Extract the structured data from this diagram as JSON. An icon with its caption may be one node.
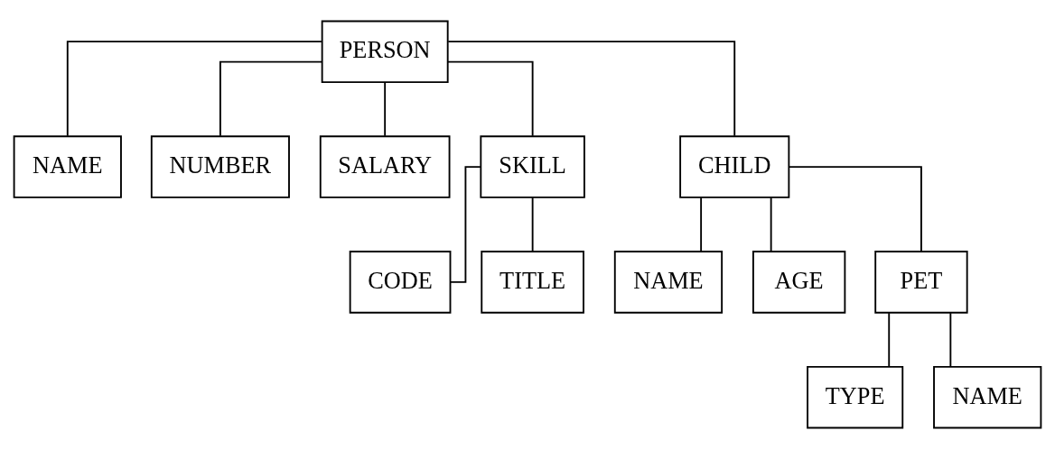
{
  "diagram": {
    "nodes": [
      {
        "text": [
          "PERSON"
        ]
      },
      {
        "text": [
          "NAME"
        ]
      },
      {
        "text": [
          "NUMBER"
        ]
      },
      {
        "text": [
          "SALARY"
        ]
      },
      {
        "text": [
          "SKILL"
        ]
      },
      {
        "text": [
          "CHILD"
        ]
      },
      {
        "text": [
          "CODE"
        ]
      },
      {
        "text": [
          "TITLE"
        ]
      },
      {
        "text": [
          "NAME"
        ]
      },
      {
        "text": [
          "AGE"
        ]
      },
      {
        "text": [
          "PET"
        ]
      },
      {
        "text": [
          "TYPE"
        ]
      },
      {
        "text": [
          "NAME"
        ]
      }
    ],
    "edges": [
      {
        "from": 0,
        "to": 1,
        "arrow": "none"
      },
      {
        "from": 0,
        "to": 2,
        "arrow": "none"
      },
      {
        "from": 0,
        "to": 3,
        "arrow": "none"
      },
      {
        "from": 0,
        "to": 4,
        "arrow": "none"
      },
      {
        "from": 0,
        "to": 5,
        "arrow": "none"
      },
      {
        "from": 4,
        "to": 6,
        "arrow": "none"
      },
      {
        "from": 4,
        "to": 7,
        "arrow": "none"
      },
      {
        "from": 5,
        "to": 8,
        "arrow": "none"
      },
      {
        "from": 5,
        "to": 9,
        "arrow": "none"
      },
      {
        "from": 5,
        "to": 10,
        "arrow": "none"
      },
      {
        "from": 10,
        "to": 11,
        "arrow": "none"
      },
      {
        "from": 10,
        "to": 12,
        "arrow": "none"
      }
    ]
  }
}
